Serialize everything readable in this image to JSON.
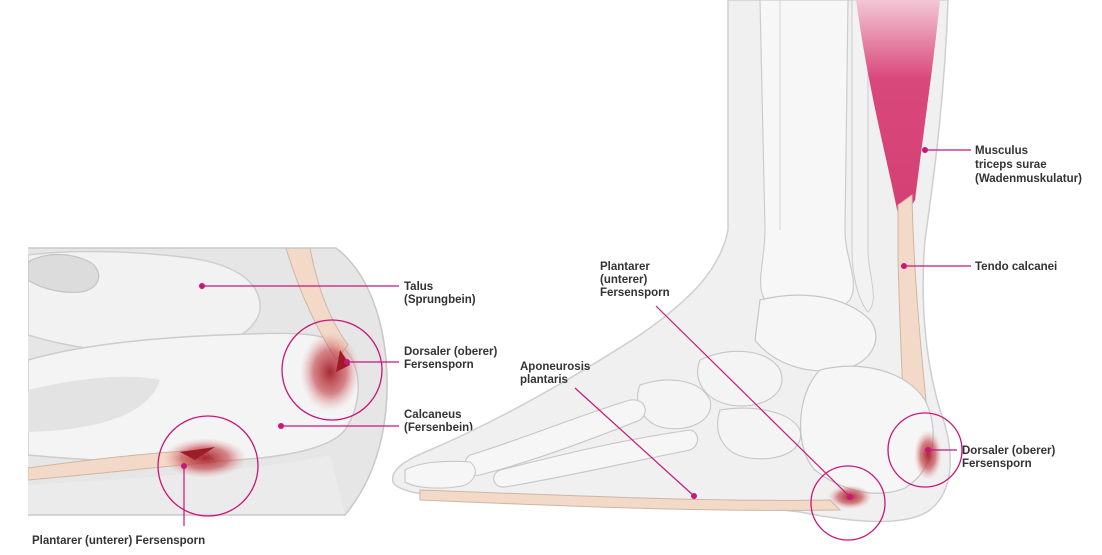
{
  "colors": {
    "accent": "#c8177a",
    "muscle": "#d9487a",
    "tendon": "#f2dccd",
    "bone": "#ececec",
    "bone_stroke": "#c9c9c9",
    "tissue": "#e2e2e2",
    "inflammation": "#b3262f",
    "text": "#333333"
  },
  "detail_view": {
    "labels": {
      "talus_1": "Talus",
      "talus_2": "(Sprungbein)",
      "dorsal_1": "Dorsaler (oberer)",
      "dorsal_2": "Fersensporn",
      "calcaneus_1": "Calcaneus",
      "calcaneus_2": "(Fersenbein)",
      "plantar": "Plantarer (unterer) Fersensporn"
    }
  },
  "foot_view": {
    "labels": {
      "muscle_1": "Musculus",
      "muscle_2": "triceps surae",
      "muscle_3": "(Wadenmuskulatur)",
      "tendon": "Tendo calcanei",
      "plantar_1": "Plantarer",
      "plantar_2": "(unterer)",
      "plantar_3": "Fersensporn",
      "aponeurosis_1": "Aponeurosis",
      "aponeurosis_2": "plantaris",
      "dorsal_1": "Dorsaler (oberer)",
      "dorsal_2": "Fersensporn"
    }
  }
}
